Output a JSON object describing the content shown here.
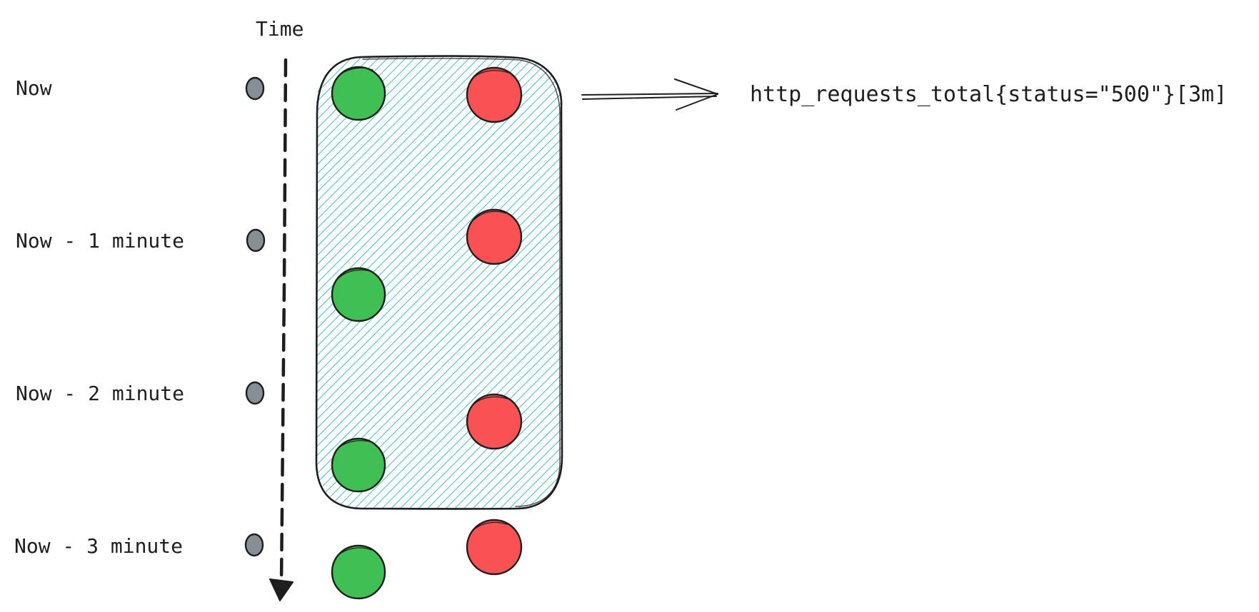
{
  "time_axis": {
    "title": "Time"
  },
  "rows": [
    {
      "label": "Now",
      "green_sample": true,
      "red_sample": true,
      "in_window": true
    },
    {
      "label": "Now - 1 minute",
      "green_sample": true,
      "red_sample": true,
      "in_window": true
    },
    {
      "label": "Now - 2 minute",
      "green_sample": true,
      "red_sample": true,
      "in_window": true
    },
    {
      "label": "Now - 3 minute",
      "green_sample": true,
      "red_sample": true,
      "in_window": false
    }
  ],
  "range_selector": {
    "query": "http_requests_total{status=\"500\"}[3m]"
  },
  "colors": {
    "green_sample": "#40bf52",
    "red_sample": "#fa5252",
    "tick_marker": "#868e96",
    "window_hatch": "#15aabf",
    "stroke": "#1e1e1e"
  }
}
